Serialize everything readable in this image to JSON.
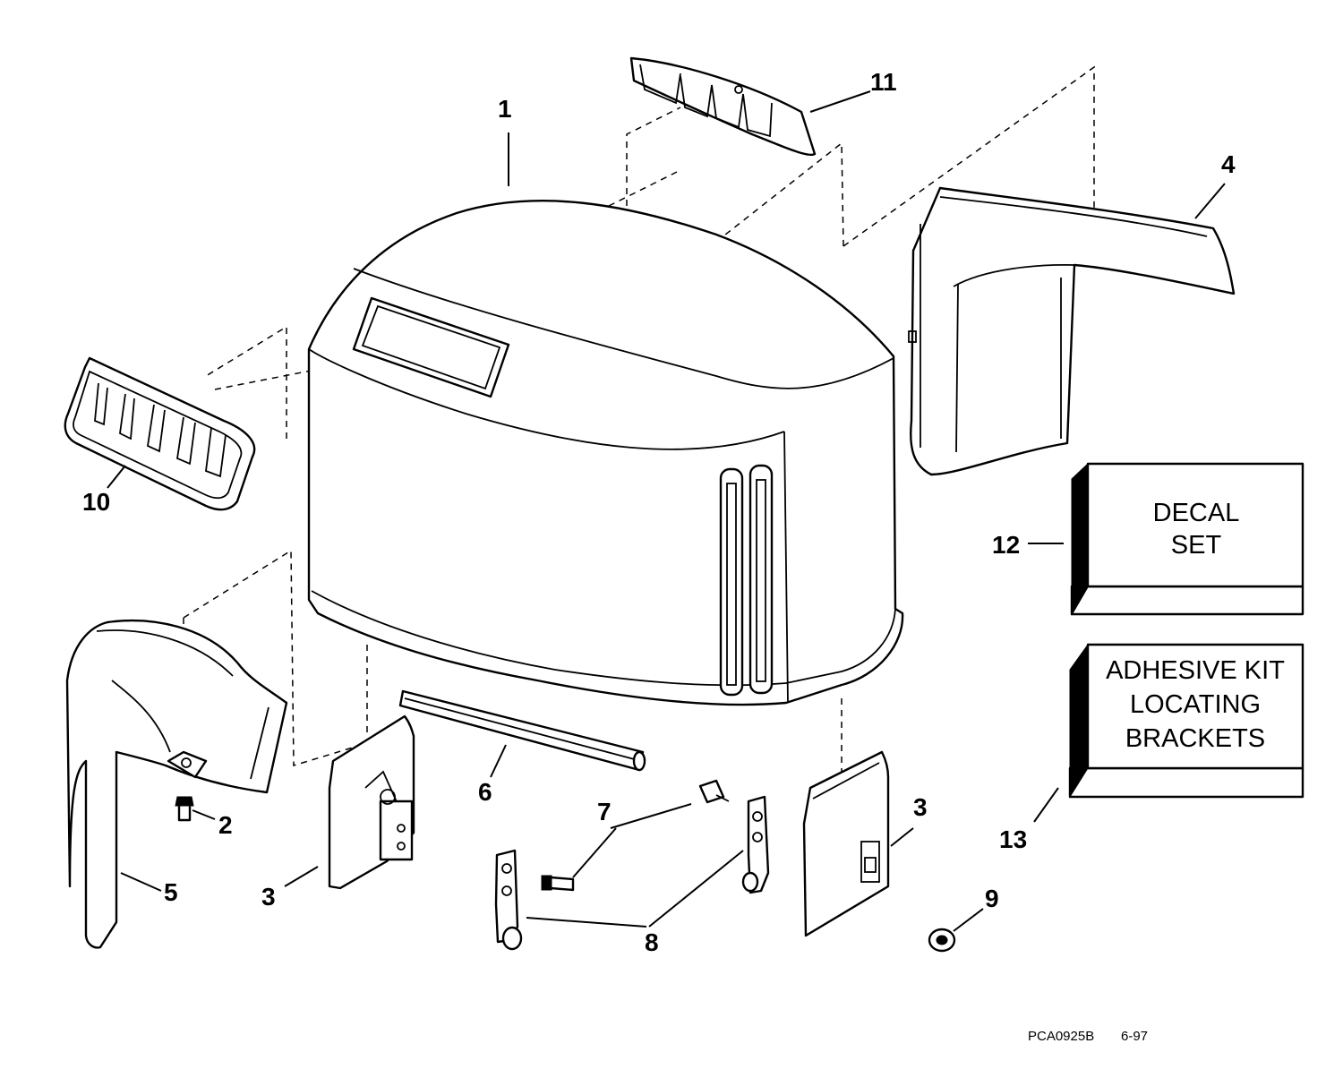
{
  "callouts": {
    "c1": "1",
    "c2": "2",
    "c3a": "3",
    "c3b": "3",
    "c4": "4",
    "c5": "5",
    "c6": "6",
    "c7": "7",
    "c8": "8",
    "c9": "9",
    "c10": "10",
    "c11": "11",
    "c12": "12",
    "c13": "13"
  },
  "decal_box": {
    "line1": "DECAL",
    "line2": "SET"
  },
  "adhesive_box": {
    "line1": "ADHESIVE KIT",
    "line2": "LOCATING",
    "line3": "BRACKETS"
  },
  "reference": {
    "code": "PCA0925B",
    "date": "6-97"
  }
}
